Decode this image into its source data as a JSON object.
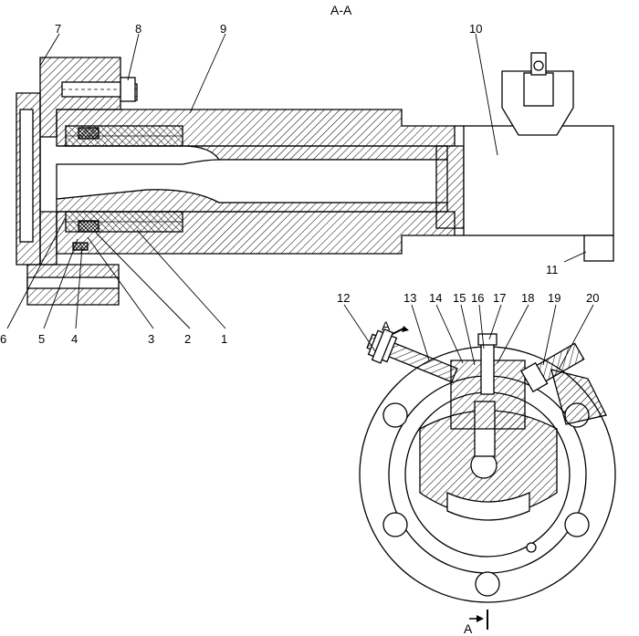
{
  "section_title": "A-A",
  "cut_marker": "A",
  "cut_marker_bottom": "A",
  "callouts": {
    "c1": "1",
    "c2": "2",
    "c3": "3",
    "c4": "4",
    "c5": "5",
    "c6": "6",
    "c7": "7",
    "c8": "8",
    "c9": "9",
    "c10": "10",
    "c11": "11",
    "c12": "12",
    "c13": "13",
    "c14": "14",
    "c15": "15",
    "c16": "16",
    "c17": "17",
    "c18": "18",
    "c19": "19",
    "c20": "20"
  },
  "colors": {
    "line": "#000000",
    "fill": "#ffffff",
    "hatch": "#000000"
  }
}
